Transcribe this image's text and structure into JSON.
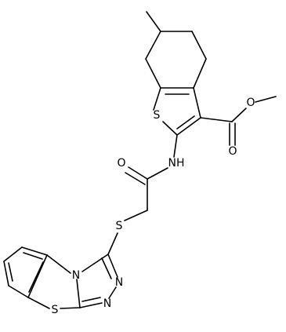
{
  "diagram": {
    "type": "chemical-structure",
    "atom_labels": {
      "s_thiophene": "S",
      "nh_amide": "NH",
      "o_amide": "O",
      "s_thioether": "S",
      "n_bridgehead": "N",
      "n_triazole_1": "N",
      "n_triazole_2": "N",
      "s_benzothiazole": "S",
      "o_ester_carbonyl": "O",
      "o_ester_ether": "O"
    },
    "colors": {
      "bond": "#000000",
      "label": "#000000",
      "background": "#ffffff"
    }
  }
}
